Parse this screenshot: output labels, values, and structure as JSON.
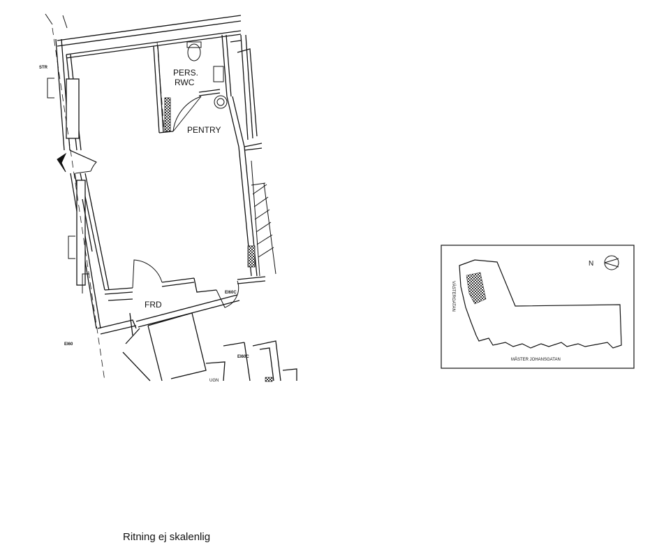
{
  "floor_plan": {
    "rooms": {
      "pers_rwc_line1": "PERS.",
      "pers_rwc_line2": "RWC",
      "pentry": "PENTRY",
      "frd": "FRD",
      "ugn": "UGN"
    },
    "tags": {
      "str": "STR",
      "ei60": "EI60",
      "ei60c_upper": "EI60C",
      "ei60c_lower": "EI60C"
    }
  },
  "site_map": {
    "north_label": "N",
    "street_west": "VÄSTERGATAN",
    "street_south": "MÅSTER JOHANSGATAN"
  },
  "caption": "Ritning ej skalenlig",
  "colors": {
    "ink": "#111111",
    "paper": "#ffffff",
    "hatch": "#333333"
  }
}
